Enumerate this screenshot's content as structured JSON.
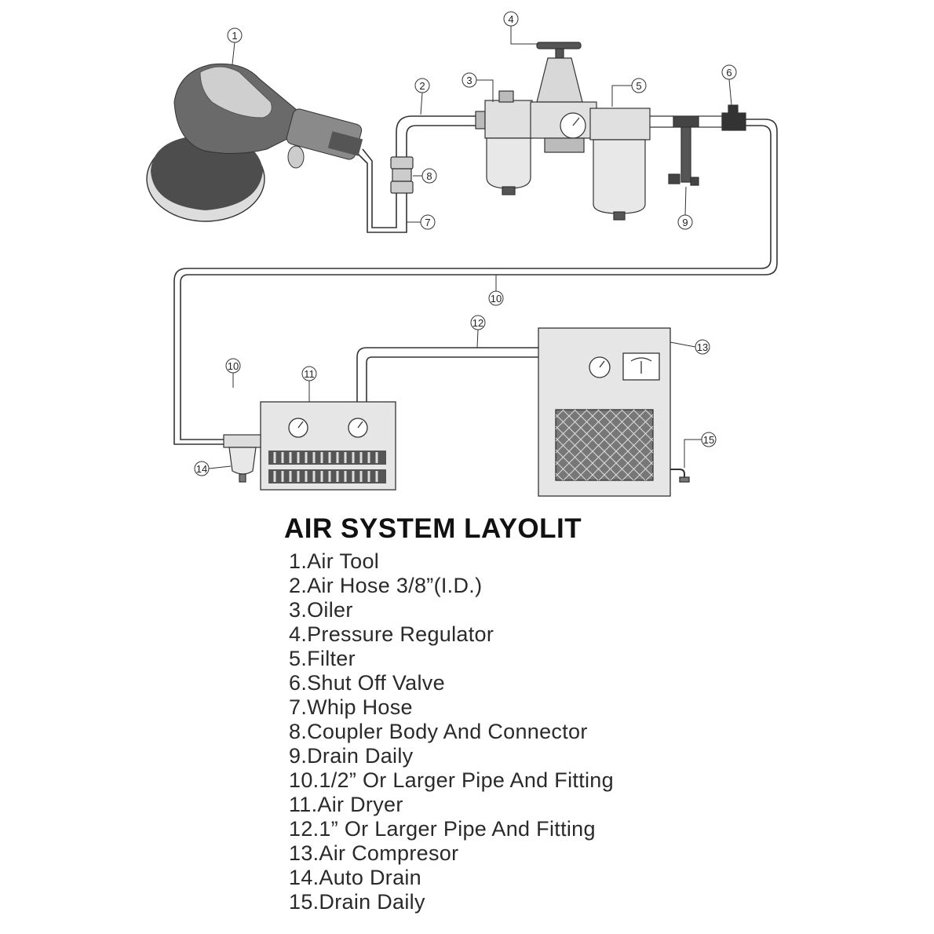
{
  "legend": {
    "title": "AIR SYSTEM LAYOLIT",
    "items": [
      "1.Air Tool",
      "2.Air Hose 3/8”(I.D.)",
      "3.Oiler",
      "4.Pressure Regulator",
      "5.Filter",
      "6.Shut Off Valve",
      "7.Whip Hose",
      "8.Coupler Body And Connector",
      "9.Drain Daily",
      "10.1/2” Or Larger Pipe And Fitting",
      "11.Air Dryer",
      "12.1” Or Larger Pipe And Fitting",
      "13.Air Compresor",
      "14.Auto Drain",
      "15.Drain Daily"
    ]
  },
  "callouts": {
    "c1": "1",
    "c2": "2",
    "c3": "3",
    "c4": "4",
    "c5": "5",
    "c6": "6",
    "c7": "7",
    "c8": "8",
    "c9": "9",
    "c10a": "10",
    "c10b": "10",
    "c11": "11",
    "c12": "12",
    "c13": "13",
    "c14": "14",
    "c15": "15"
  },
  "colors": {
    "line": "#333333",
    "component_fill": "#e6e6e6",
    "tool_dark": "#5e5e5e",
    "text": "#222222"
  }
}
